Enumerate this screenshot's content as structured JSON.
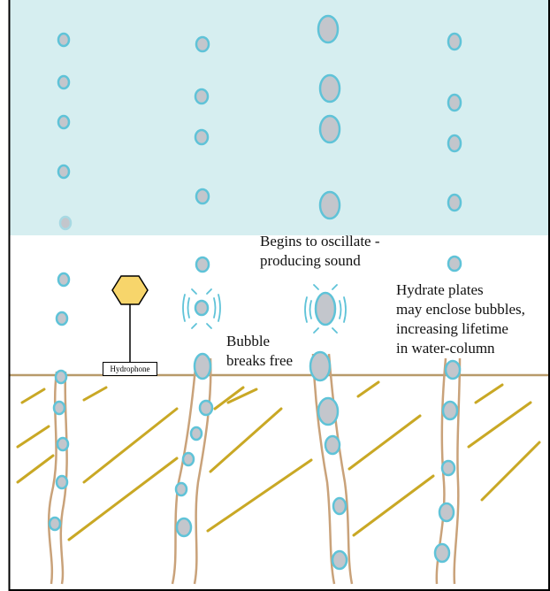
{
  "labels": {
    "begins_oscillate": "Begins to oscillate -\nproducing sound",
    "bubble_breaks": "Bubble\nbreaks free",
    "hydrate_plates": "Hydrate plates\nmay enclose bubbles,\nincreasing lifetime\nin water-column",
    "hydrophone": "Hydrophone"
  },
  "colors": {
    "water_upper": "#d6eef0",
    "water_lower": "#ffffff",
    "bubble_fill": "#c3c6cc",
    "bubble_stroke": "#5fc3d8",
    "seafloor_line": "#b89a6a",
    "sediment_stripes": "#c9a825",
    "conduit": "#c9a27a",
    "hydrophone_fill": "#f7d56b"
  },
  "icons": [
    "hexagon-hydrophone-icon",
    "sound-wave-icon"
  ]
}
